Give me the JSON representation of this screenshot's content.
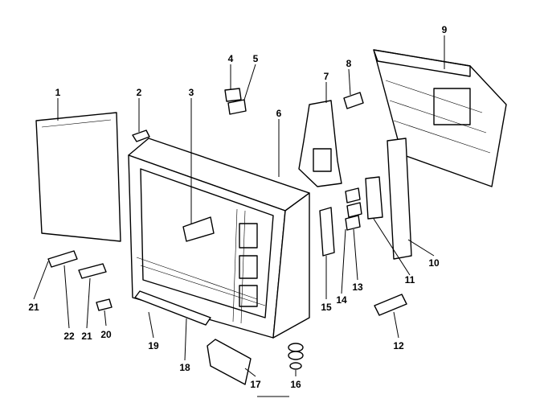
{
  "diagram": {
    "callouts": [
      {
        "id": "1",
        "label": "1"
      },
      {
        "id": "2",
        "label": "2"
      },
      {
        "id": "3",
        "label": "3"
      },
      {
        "id": "4",
        "label": "4"
      },
      {
        "id": "5",
        "label": "5"
      },
      {
        "id": "6",
        "label": "6"
      },
      {
        "id": "7",
        "label": "7"
      },
      {
        "id": "8",
        "label": "8"
      },
      {
        "id": "9",
        "label": "9"
      },
      {
        "id": "10",
        "label": "10"
      },
      {
        "id": "11",
        "label": "11"
      },
      {
        "id": "12",
        "label": "12"
      },
      {
        "id": "13",
        "label": "13"
      },
      {
        "id": "14",
        "label": "14"
      },
      {
        "id": "15",
        "label": "15"
      },
      {
        "id": "16",
        "label": "16"
      },
      {
        "id": "17",
        "label": "17"
      },
      {
        "id": "18",
        "label": "18"
      },
      {
        "id": "19",
        "label": "19"
      },
      {
        "id": "20",
        "label": "20"
      },
      {
        "id": "21a",
        "label": "21"
      },
      {
        "id": "21b",
        "label": "21"
      },
      {
        "id": "22",
        "label": "22"
      }
    ]
  }
}
